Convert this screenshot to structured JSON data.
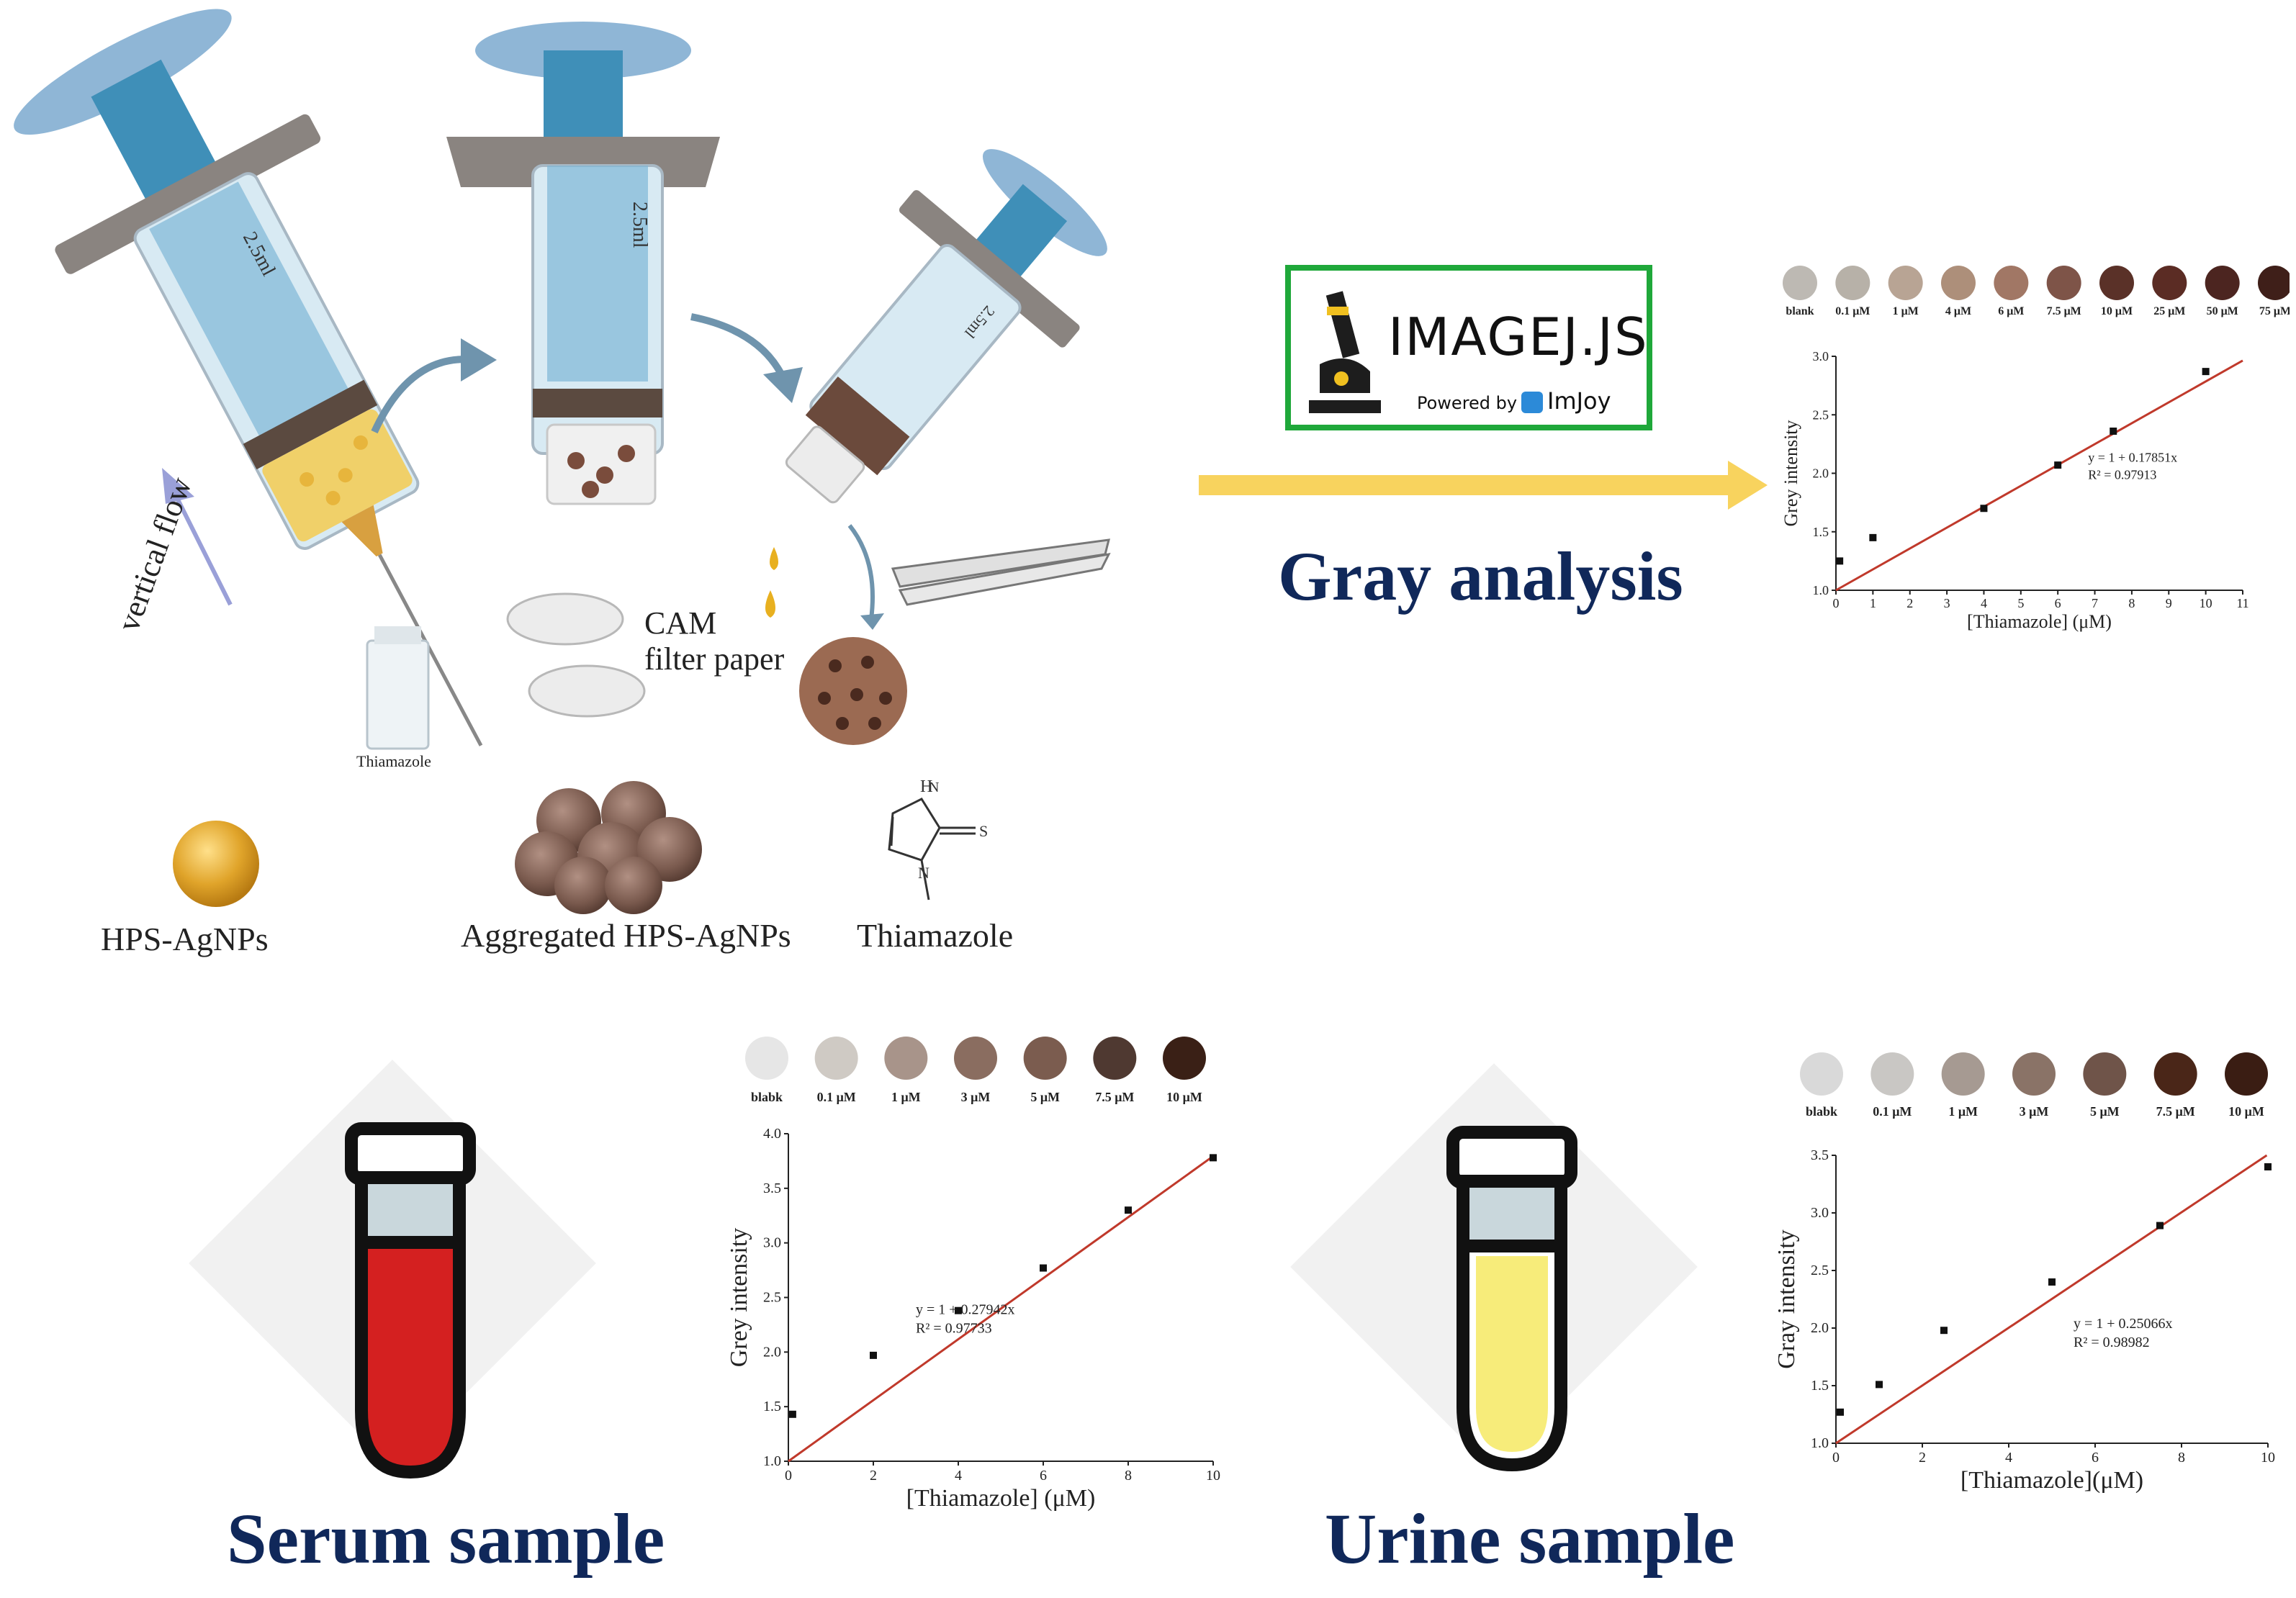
{
  "labels": {
    "vertical_flow": "vertical flow",
    "thiamazole_vial": "Thiamazole",
    "cam": "CAM",
    "filter_paper": "filter paper",
    "hps_agnps": "HPS-AgNPs",
    "aggregated": "Aggregated HPS-AgNPs",
    "thiamazole": "Thiamazole",
    "gray_analysis": "Gray analysis",
    "serum_sample": "Serum sample",
    "urine_sample": "Urine sample",
    "syringe_mark_1": "2.5ml",
    "syringe_mark_2": "2.5ml",
    "syringe_mark_3": "2.5ml"
  },
  "imagej": {
    "title": "IMAGEJ.JS",
    "powered_by": "Powered by",
    "brand": "ImJoy"
  },
  "molecule": {
    "atom_h": "H",
    "atom_n": "N",
    "atom_s": "S"
  },
  "colors": {
    "brand_green": "#1fa83a",
    "title_navy": "#10285a",
    "arrow_yellow": "#f8d35e",
    "fit_line": "#c0392b",
    "serum_red": "#d42020",
    "urine_yellow": "#f7ec7a"
  },
  "chart_data": [
    {
      "id": "gray",
      "type": "scatter",
      "xlabel": "[Thiamazole] (μM)",
      "ylabel": "Grey intensity",
      "xlim": [
        0,
        11
      ],
      "ylim": [
        1.0,
        3.0
      ],
      "xticks": [
        0,
        1,
        2,
        3,
        4,
        5,
        6,
        7,
        8,
        9,
        10,
        11
      ],
      "yticks": [
        1.0,
        1.5,
        2.0,
        2.5,
        3.0
      ],
      "points": [
        {
          "x": 0.1,
          "y": 1.25
        },
        {
          "x": 1,
          "y": 1.45
        },
        {
          "x": 4,
          "y": 1.7
        },
        {
          "x": 6,
          "y": 2.07
        },
        {
          "x": 7.5,
          "y": 2.36
        },
        {
          "x": 10,
          "y": 2.87
        }
      ],
      "fit": {
        "intercept": 1.0,
        "slope": 0.17851
      },
      "equation": "y = 1 + 0.17851x",
      "r2": "R² = 0.97913",
      "swatch_labels": [
        "blank",
        "0.1 μM",
        "1 μM",
        "4 μM",
        "6 μM",
        "7.5 μM",
        "10 μM",
        "25 μM",
        "50 μM",
        "75 μM"
      ],
      "swatch_colors": [
        "#bdb9b3",
        "#b7b1a8",
        "#b8a494",
        "#ad8f7a",
        "#a17765",
        "#7e5448",
        "#5a3128",
        "#5b2c24",
        "#4c2520",
        "#3f1f19"
      ]
    },
    {
      "id": "serum",
      "type": "scatter",
      "xlabel": "[Thiamazole] (μM)",
      "ylabel": "Grey intensity",
      "xlim": [
        0,
        10
      ],
      "ylim": [
        1.0,
        4.0
      ],
      "xticks": [
        0,
        2,
        4,
        6,
        8,
        10
      ],
      "yticks": [
        1.0,
        1.5,
        2.0,
        2.5,
        3.0,
        3.5,
        4.0
      ],
      "points": [
        {
          "x": 0.1,
          "y": 1.43
        },
        {
          "x": 2,
          "y": 1.97
        },
        {
          "x": 4,
          "y": 2.38
        },
        {
          "x": 6,
          "y": 2.77
        },
        {
          "x": 8,
          "y": 3.3
        },
        {
          "x": 10,
          "y": 3.78
        }
      ],
      "fit": {
        "intercept": 1.0,
        "slope": 0.27942
      },
      "equation": "y = 1 + 0.27942x",
      "r2": "R² = 0.97733",
      "swatch_labels": [
        "blabk",
        "0.1 μM",
        "1 μM",
        "3 μM",
        "5 μM",
        "7.5 μM",
        "10 μM"
      ],
      "swatch_colors": [
        "#e6e6e6",
        "#cfcac4",
        "#a8948a",
        "#8a6d60",
        "#7b5c4f",
        "#4f3931",
        "#3a2016"
      ]
    },
    {
      "id": "urine",
      "type": "scatter",
      "xlabel": "[Thiamazole](μM)",
      "ylabel": "Gray intensity",
      "xlim": [
        0,
        10
      ],
      "ylim": [
        1.0,
        3.5
      ],
      "xticks": [
        0,
        2,
        4,
        6,
        8,
        10
      ],
      "yticks": [
        1.0,
        1.5,
        2.0,
        2.5,
        3.0,
        3.5
      ],
      "points": [
        {
          "x": 0.1,
          "y": 1.27
        },
        {
          "x": 1,
          "y": 1.51
        },
        {
          "x": 2.5,
          "y": 1.98
        },
        {
          "x": 5,
          "y": 2.4
        },
        {
          "x": 7.5,
          "y": 2.89
        },
        {
          "x": 10,
          "y": 3.4
        }
      ],
      "fit": {
        "intercept": 1.0,
        "slope": 0.25066
      },
      "equation": "y = 1 + 0.25066x",
      "r2": "R² = 0.98982",
      "swatch_labels": [
        "blabk",
        "0.1 μM",
        "1 μM",
        "3 μM",
        "5 μM",
        "7.5 μM",
        "10 μM"
      ],
      "swatch_colors": [
        "#d9d9d9",
        "#c9c7c4",
        "#a69a92",
        "#8a7367",
        "#6f5449",
        "#4a2618",
        "#3a1d13"
      ]
    }
  ]
}
